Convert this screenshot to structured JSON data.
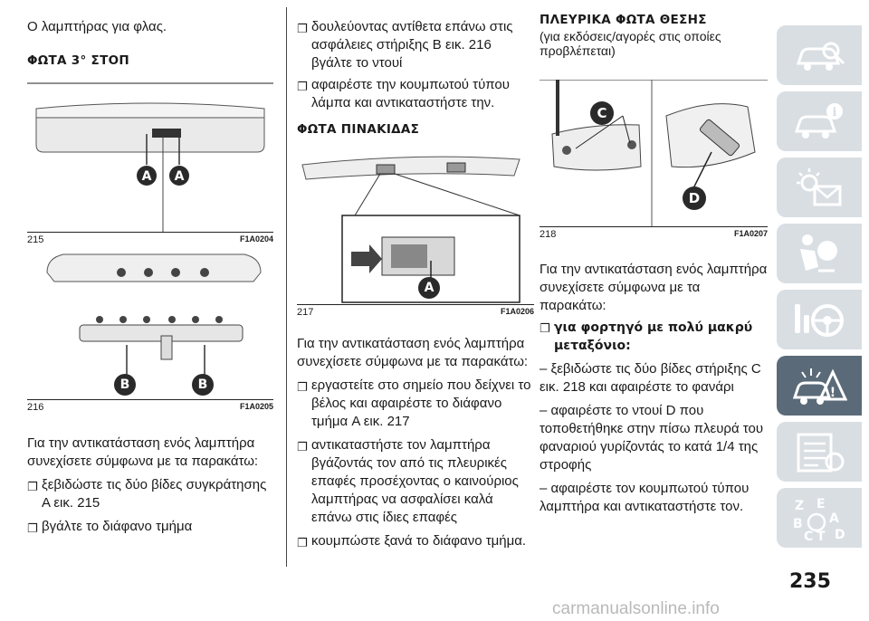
{
  "col1": {
    "intro": "Ο λαμπτήρας για φλας.",
    "heading1": "ΦΩΤΑ 3° ΣΤΟΠ",
    "fig215": {
      "number": "215",
      "code": "F1A0204",
      "labels": [
        "A",
        "A"
      ]
    },
    "fig216": {
      "number": "216",
      "code": "F1A0205",
      "labels": [
        "B",
        "B"
      ]
    },
    "para1": "Για την αντικατάσταση ενός λαμπτήρα συνεχίσετε σύμφωνα με τα παρακάτω:",
    "bullets": [
      "ξεβιδώστε τις δύο βίδες συγκράτησης A εικ. 215",
      "βγάλτε το διάφανο τμήμα"
    ]
  },
  "col2": {
    "bullets_top": [
      "δουλεύοντας αντίθετα επάνω στις ασφάλειες στήριξης B εικ. 216 βγάλτε το ντουί",
      "αφαιρέστε την κουμπωτού τύπου λάμπα και αντικαταστήστε την."
    ],
    "heading2": "ΦΩΤΑ ΠΙΝΑΚΙΔΑΣ",
    "fig217": {
      "number": "217",
      "code": "F1A0206",
      "label": "A"
    },
    "para2": "Για την αντικατάσταση ενός λαμπτήρα συνεχίσετε σύμφωνα με τα παρακάτω:",
    "bullets": [
      "εργαστείτε στο σημείο που δείχνει το βέλος και αφαιρέστε το διάφανο τμήμα A εικ. 217",
      "αντικαταστήστε τον λαμπτήρα βγάζοντάς τον από τις πλευρικές επαφές προσέχοντας ο καινούριος λαμπτήρας να ασφαλίσει καλά επάνω στις ίδιες επαφές",
      "κουμπώστε ξανά το διάφανο τμήμα."
    ]
  },
  "col3": {
    "heading3": "ΠΛΕΥΡΙΚΑ ΦΩΤΑ ΘΕΣΗΣ",
    "subheading": "(για εκδόσεις/αγορές στις οποίες προβλέπεται)",
    "fig218": {
      "number": "218",
      "code": "F1A0207",
      "labels": [
        "C",
        "D"
      ]
    },
    "para3": "Για την αντικατάσταση ενός λαμπτήρα συνεχίσετε σύμφωνα με τα παρακάτω:",
    "bold_bullet": "για φορτηγό με πολύ μακρύ μεταξόνιο:",
    "steps": [
      "– ξεβιδώστε τις δύο βίδες στήριξης C εικ. 218 και αφαιρέστε το φανάρι",
      "– αφαιρέστε το ντουί D που τοποθετήθηκε στην πίσω πλευρά του φαναριού γυρίζοντάς το κατά 1/4 της στροφής",
      "– αφαιρέστε τον κουμπωτού τύπου λαμπτήρα και αντικαταστήστε τον."
    ]
  },
  "page_number": "235",
  "watermark": "carmanualsonline.info",
  "sidebar_tabs": [
    "car-search-icon",
    "car-info-icon",
    "warning-lights-icon",
    "airbag-person-icon",
    "steering-wheel-icon",
    "breakdown-car-icon",
    "maintenance-checklist-icon",
    "index-letters-icon"
  ],
  "index_letters": [
    "Z",
    "E",
    "A",
    "B",
    "C",
    "T",
    "D"
  ],
  "colors": {
    "active_tab": "#5a6a78",
    "inactive_tab": "#d9dee3",
    "label_badge": "#2a2a2a"
  }
}
